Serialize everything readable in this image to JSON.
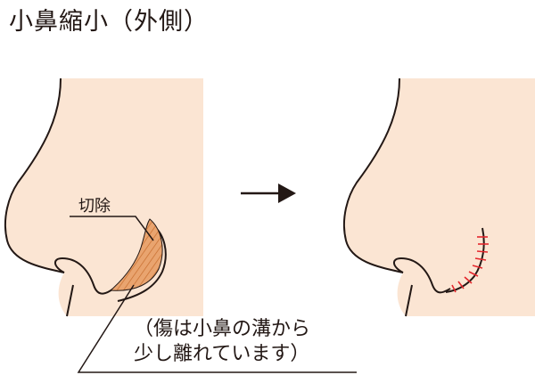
{
  "title": "小鼻縮小（外側）",
  "labels": {
    "excision": "切除",
    "note_line1": "（傷は小鼻の溝から",
    "note_line2": "少し離れています）"
  },
  "colors": {
    "skin": "#fbe5d3",
    "outline": "#231815",
    "excision_fill": "#e9a46f",
    "excision_hatch": "#c76d2e",
    "suture": "#e4262c"
  }
}
